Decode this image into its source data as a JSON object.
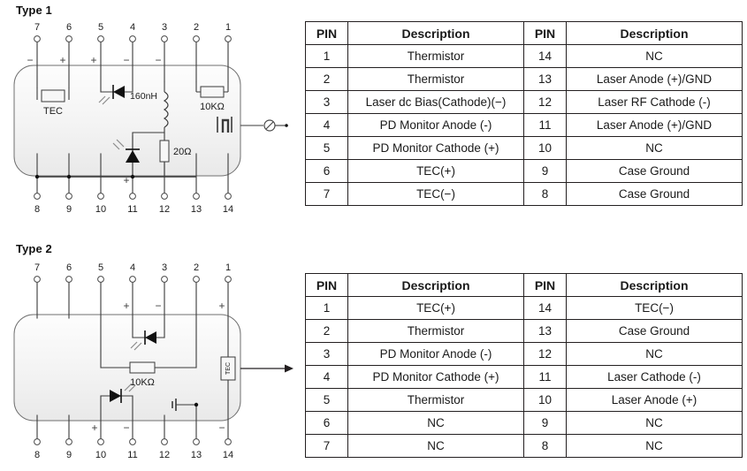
{
  "page": {
    "background": "#ffffff",
    "line_color": "#231f20",
    "text_color": "#1a1a1a"
  },
  "sections": [
    {
      "heading": "Type 1",
      "diagram": {
        "name": "type-1-butterfly-package-schematic",
        "top_pins": [
          "7",
          "6",
          "5",
          "4",
          "3",
          "2",
          "1"
        ],
        "bottom_pins": [
          "8",
          "9",
          "10",
          "11",
          "12",
          "13",
          "14"
        ],
        "top_polarity": [
          "−",
          "+",
          "+",
          "−",
          "−",
          "",
          ""
        ],
        "bottom_polarity": [
          "",
          "",
          "",
          "+",
          "",
          "",
          ""
        ],
        "components": [
          {
            "name": "tec-element",
            "label": "TEC"
          },
          {
            "name": "inductor",
            "label": "160nH"
          },
          {
            "name": "resistor-20ohm",
            "label": "20Ω"
          },
          {
            "name": "thermistor-10k",
            "label": "10KΩ"
          },
          {
            "name": "laser-diode",
            "label": ""
          },
          {
            "name": "photodiode-monitor",
            "label": ""
          },
          {
            "name": "optical-isolator",
            "label": ""
          },
          {
            "name": "fiber-output-connector",
            "label": ""
          }
        ]
      },
      "table": {
        "name": "type-1-pin-table",
        "headers": [
          "PIN",
          "Description",
          "PIN",
          "Description"
        ],
        "rows": [
          [
            "1",
            "Thermistor",
            "14",
            "NC"
          ],
          [
            "2",
            "Thermistor",
            "13",
            "Laser Anode (+)/GND"
          ],
          [
            "3",
            "Laser dc Bias(Cathode)(−)",
            "12",
            "Laser RF Cathode (-)"
          ],
          [
            "4",
            "PD Monitor Anode (-)",
            "11",
            "Laser Anode (+)/GND"
          ],
          [
            "5",
            "PD Monitor Cathode (+)",
            "10",
            "NC"
          ],
          [
            "6",
            "TEC(+)",
            "9",
            "Case Ground"
          ],
          [
            "7",
            "TEC(−)",
            "8",
            "Case Ground"
          ]
        ]
      }
    },
    {
      "heading": "Type 2",
      "diagram": {
        "name": "type-2-butterfly-package-schematic",
        "top_pins": [
          "7",
          "6",
          "5",
          "4",
          "3",
          "2",
          "1"
        ],
        "bottom_pins": [
          "8",
          "9",
          "10",
          "11",
          "12",
          "13",
          "14"
        ],
        "top_polarity": [
          "",
          "",
          "",
          "+",
          "−",
          "",
          "+"
        ],
        "bottom_polarity": [
          "",
          "",
          "+",
          "−",
          "",
          "",
          "−"
        ],
        "components": [
          {
            "name": "photodiode-monitor",
            "label": ""
          },
          {
            "name": "thermistor-10k",
            "label": "10KΩ"
          },
          {
            "name": "tec-element",
            "label": "TEC"
          },
          {
            "name": "laser-diode",
            "label": ""
          },
          {
            "name": "case-ground",
            "label": ""
          },
          {
            "name": "optical-output-arrow",
            "label": ""
          }
        ]
      },
      "table": {
        "name": "type-2-pin-table",
        "headers": [
          "PIN",
          "Description",
          "PIN",
          "Description"
        ],
        "rows": [
          [
            "1",
            "TEC(+)",
            "14",
            "TEC(−)"
          ],
          [
            "2",
            "Thermistor",
            "13",
            "Case Ground"
          ],
          [
            "3",
            "PD Monitor Anode (-)",
            "12",
            "NC"
          ],
          [
            "4",
            "PD Monitor Cathode (+)",
            "11",
            "Laser Cathode (-)"
          ],
          [
            "5",
            "Thermistor",
            "10",
            "Laser Anode (+)"
          ],
          [
            "6",
            "NC",
            "9",
            "NC"
          ],
          [
            "7",
            "NC",
            "8",
            "NC"
          ]
        ]
      }
    }
  ]
}
